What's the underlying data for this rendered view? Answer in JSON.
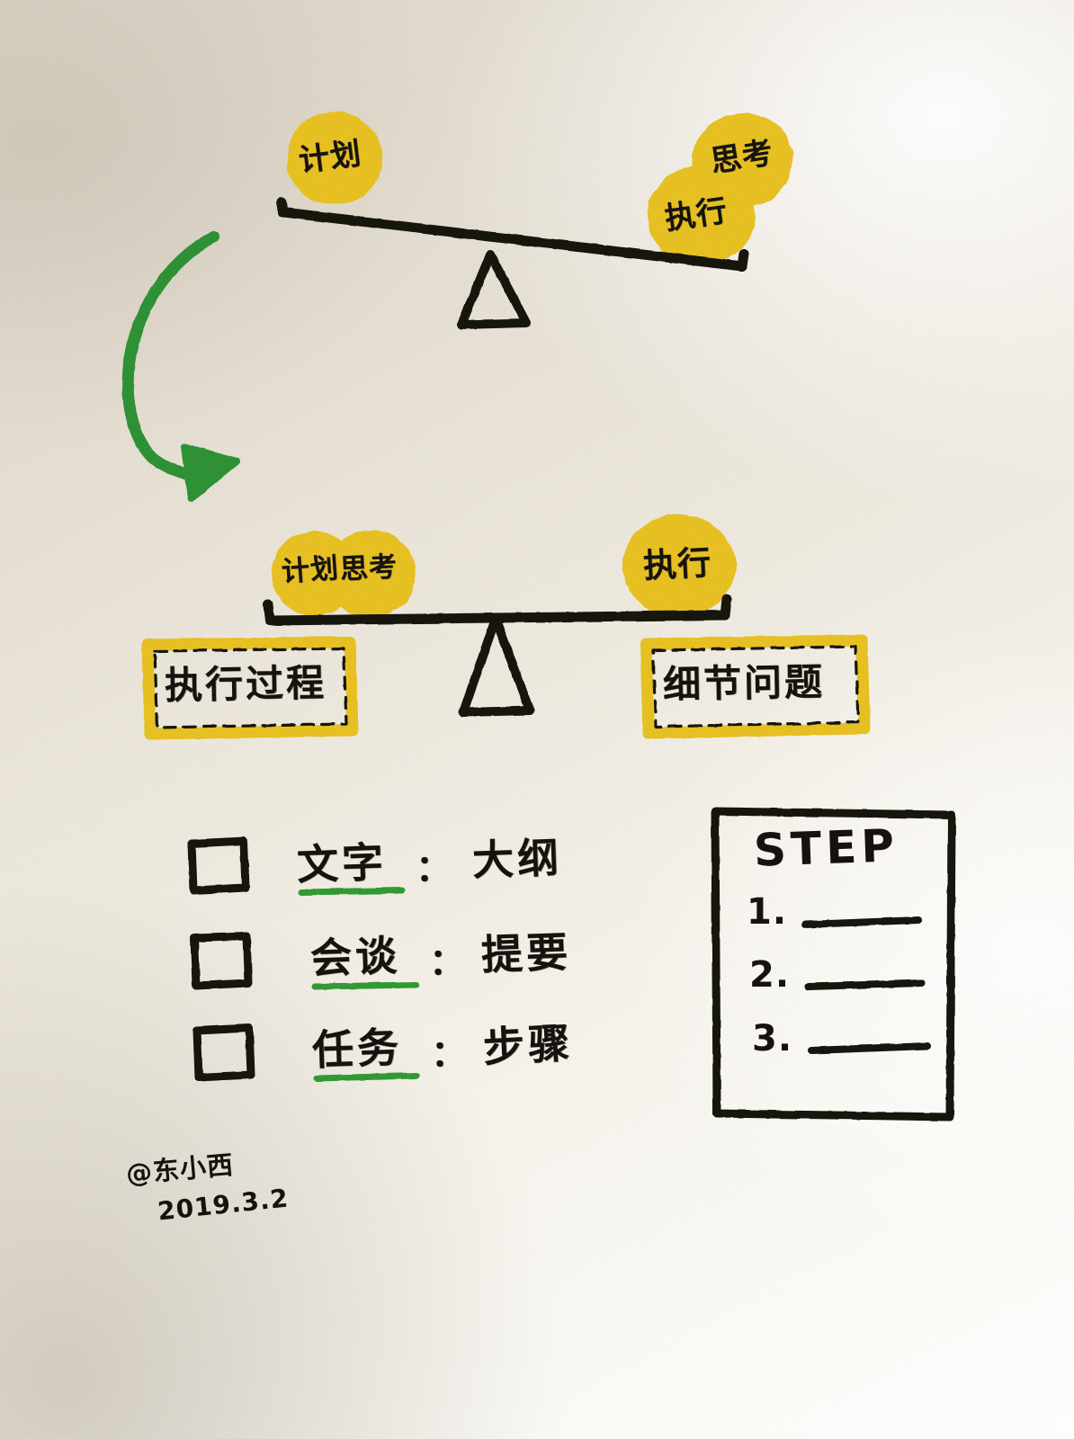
{
  "page": {
    "medium": "hand-drawn notebook sketch photo",
    "ink_color": "#16130f",
    "highlighter_yellow": "#e8c120",
    "marker_green": "#339a36",
    "paper_color": "#efeae0"
  },
  "seesaw_unbalanced": {
    "caption": "unbalanced seesaw tipping right",
    "left_bubbles": [
      {
        "label": "计划"
      }
    ],
    "right_bubbles": [
      {
        "label": "思考"
      },
      {
        "label": "执行"
      }
    ]
  },
  "arrow": {
    "name": "green-curved-down-arrow",
    "color": "#2f9234"
  },
  "seesaw_balanced": {
    "caption": "balanced seesaw level",
    "left_bubbles": [
      {
        "label": "计划"
      },
      {
        "label": "思考"
      }
    ],
    "right_bubbles": [
      {
        "label": "执行"
      }
    ]
  },
  "boxes": [
    {
      "label": "执行过程"
    },
    {
      "label": "细节问题"
    }
  ],
  "checklist": [
    {
      "checked": false,
      "term": "文字",
      "colon": "：",
      "result": "大纲",
      "underlined": true
    },
    {
      "checked": false,
      "term": "会谈",
      "colon": "：",
      "result": "提要",
      "underlined": true
    },
    {
      "checked": false,
      "term": "任务",
      "colon": "：",
      "result": "步骤",
      "underlined": true
    }
  ],
  "step_card": {
    "title": "STEP",
    "items": [
      {
        "number": "1."
      },
      {
        "number": "2."
      },
      {
        "number": "3."
      }
    ]
  },
  "signature": {
    "handle": "@东小西",
    "date": "2019.3.2"
  }
}
